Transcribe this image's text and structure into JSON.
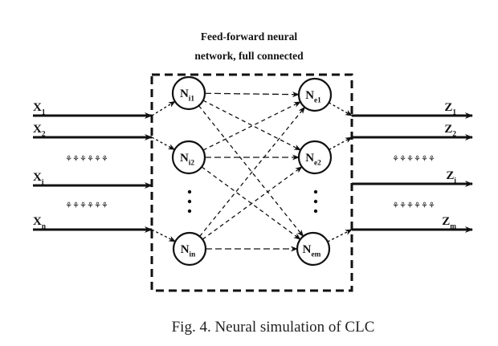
{
  "title_line1": "Feed-forward neural",
  "title_line2": "network, full connected",
  "caption": "Fig. 4. Neural simulation of CLC",
  "ellipsis_glyph": "⚘⚘⚘⚘⚘⚘",
  "inputs": [
    {
      "base": "X",
      "sub": "1"
    },
    {
      "base": "X",
      "sub": "2"
    },
    {
      "base": "X",
      "sub": "i"
    },
    {
      "base": "X",
      "sub": "n"
    }
  ],
  "outputs": [
    {
      "base": "Z",
      "sub": "1"
    },
    {
      "base": "Z",
      "sub": "2"
    },
    {
      "base": "Z",
      "sub": "i"
    },
    {
      "base": "Z",
      "sub": "m"
    }
  ],
  "input_neurons": [
    {
      "base": "N",
      "sub": "i1"
    },
    {
      "base": "N",
      "sub": "i2"
    },
    {
      "base": "N",
      "sub": "in"
    }
  ],
  "output_neurons": [
    {
      "base": "N",
      "sub": "e1"
    },
    {
      "base": "N",
      "sub": "e2"
    },
    {
      "base": "N",
      "sub": "em"
    }
  ],
  "vertical_ellipsis": "⋮"
}
